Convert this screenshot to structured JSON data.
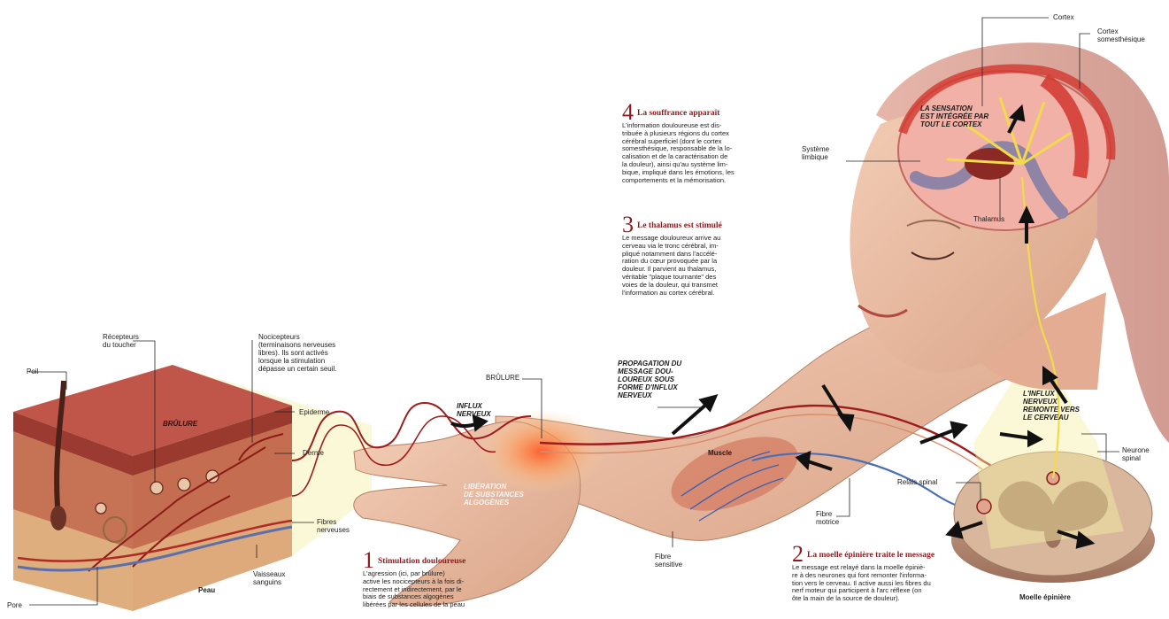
{
  "colors": {
    "skin": "#e9b9a0",
    "dermis": "#c5704f",
    "epidermis": "#a8322a",
    "nerve_red": "#9e1c1c",
    "nerve_yellow": "#f2da4c",
    "brain_pink": "#e88a86",
    "cortex_red": "#d2372e",
    "limbic": "#8f83a6",
    "title_red": "#8e1a1f",
    "highlight": "#f6f0a6"
  },
  "skin_labels": {
    "poil": "Poil",
    "recepteurs": "Récepteurs\ndu toucher",
    "nocicepteurs": "Nocicepteurs\n(terminaisons nerveuses\nlibres). Ils sont activés\nlorsque la stimulation\ndépasse un certain seuil.",
    "brulure_box": "BRÛLURE",
    "epiderme": "Epiderme",
    "derme": "Derme",
    "fibres_nerveuses": "Fibres\nnerveuses",
    "vaisseaux": "Vaisseaux\nsanguins",
    "peau": "Peau",
    "pore": "Pore"
  },
  "arm_labels": {
    "influx_nerveux": "INFLUX\nNERVEUX",
    "brulure": "BRÛLURE",
    "liberation": "LIBÉRATION\nDE SUBSTANCES\nALGOGÈNES",
    "propagation": "PROPAGATION DU\nMESSAGE DOU-\nLOUREUX SOUS\nFORME D'INFLUX\nNERVEUX",
    "muscle": "Muscle",
    "fibre_sensitive": "Fibre\nsensitive",
    "fibre_motrice": "Fibre\nmotrice",
    "relais_spinal": "Relais spinal",
    "influx_remonte": "L'INFLUX\nNERVEUX\nREMONTE VERS\nLE CERVEAU",
    "neurone_spinal": "Neurone\nspinal",
    "moelle_epiniere": "Moelle épinière"
  },
  "brain_labels": {
    "cortex": "Cortex",
    "cortex_somesthesique": "Cortex\nsomesthésique",
    "sensation": "LA SENSATION\nEST INTÉGRÉE PAR\nTOUT LE CORTEX",
    "systeme_limbique": "Système\nlimbique",
    "thalamus": "Thalamus"
  },
  "steps": [
    {
      "number": "4",
      "title": "La souffrance apparaît",
      "body": "L'information douloureuse est dis-\ntribuée à plusieurs régions du cortex\ncérébral superficiel (dont le cortex\nsomesthésique, responsable de la lo-\ncalisation et de la caractérisation de\nla douleur), ainsi qu'au système lim-\nbique, impliqué dans les émotions, les\ncomportements et la mémorisation."
    },
    {
      "number": "3",
      "title": "Le thalamus est stimulé",
      "body": "Le message douloureux arrive au\ncerveau via le tronc cérébral, im-\npliqué notamment dans l'accélé-\nration du cœur provoquée par la\ndouleur. Il parvient au thalamus,\nvéritable \"plaque tournante\" des\nvoies de la douleur, qui transmet\nl'information au cortex cérébral."
    },
    {
      "number": "1",
      "title": "Stimulation douloureuse",
      "body": "L'agression (ici, par brûlure)\nactive les nocicepteurs à la fois di-\nrectement et indirectement, par le\nbiais de substances algogènes\nlibérées par les cellules de la peau"
    },
    {
      "number": "2",
      "title": "La moelle épinière traite le message",
      "body": "Le message est relayé dans la moelle épiniè-\nre à des neurones qui font remonter l'informa-\ntion vers le cerveau. Il active aussi les fibres du\nnerf moteur qui participent à l'arc réflexe (on\nôte la main de la source de douleur)."
    }
  ]
}
